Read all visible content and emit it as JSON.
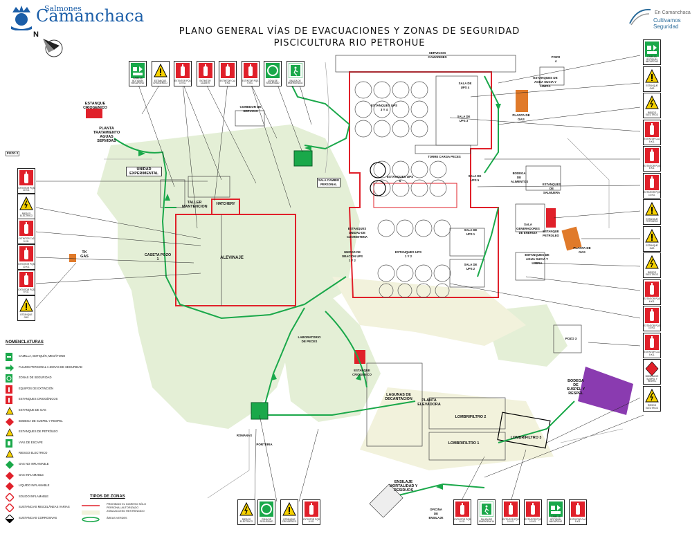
{
  "logo_left": {
    "top": "Salmones",
    "main": "Camanchaca"
  },
  "logo_right": {
    "line1": "En Camanchaca",
    "line2": "Cultivamos Seguridad"
  },
  "title": {
    "line1": "PLANO GENERAL VÍAS DE EVACUACIONES Y ZONAS DE SEGURIDAD",
    "line2": "PISCICULTURA RIO PETROHUE"
  },
  "north": "N",
  "icons_top": [
    "CAMILLA BOTIQUÍN MEGÁFONO",
    "ESTANQUE CRIOGÉNICO",
    "EXTINTOR PQS 10 KG.",
    "EXTINTOR CLASE K",
    "EXTINTOR Co2 5 KG.",
    "EXTINTOR PQS 6 KG.",
    "ZONA DE SEGURIDAD",
    "SALIDA DE EMERGENCIA"
  ],
  "icons_left": [
    "EXTINTOR PQS 10 KG.",
    "RIESGO ELÉCTRICO",
    "EXTINTOR Co2 5 KG.",
    "EXTINTOR PQS 10 KG.",
    "EXTINTOR PQS 6 KG.",
    "ESTANQUE GAS"
  ],
  "icons_right": [
    "CAMILLA BOTIQUÍN MEGÁFONO",
    "ESTANQUE GAS",
    "RIESGO ELÉCTRICO",
    "EXTINTOR Co2 5 KG.",
    "EXTINTOR PQS 6 KG.",
    "EXTINTOR PQS 10 KG.",
    "ESTANQUE PETROLEO",
    "ESTANQUE GAS",
    "RIESGO ELÉCTRICO",
    "EXTINTOR PQS 6 KG.",
    "EXTINTOR PQS 10 KG.",
    "EXTINTOR Co2 5 KG.",
    "BODEGA DE SUSPEL Y RESPEL",
    "RIESGO ELÉCTRICO"
  ],
  "icons_bottom": [
    "RIESGO ELÉCTRICO",
    "ZONA DE SEGURIDAD",
    "ESTANQUE CRIOGÉNICO",
    "EXTINTOR PQS 6 KG.",
    "EXTINTOR PQS 6 KG.",
    "SALIDA DE EMERGENCIA",
    "EXTINTOR PQS 10 KG.",
    "EXTINTOR PQS 10 KG.",
    "CAMILLA BOTIQUÍN MEGÁFONO",
    "EXTINTOR Co2 5 KG."
  ],
  "areas": {
    "servicios": "SERVICIOS CAMARINES",
    "pozo4": "POZO 4",
    "pozo2": "POZO 2",
    "pozo3": "POZO 3",
    "estanque_crio": "ESTANQUE CRIOGENICO",
    "planta_trat": "PLANTA TRATAMIENTO AGUAS SERVIDAS",
    "comedor": "COMEDOR DE SERVICIO",
    "unidad_exp": "UNIDAD EXPERIMENTAL",
    "taller": "TALLER MANTENCION",
    "hatchery": "HATCHERY",
    "alevinaje": "ALEVINAJE",
    "caseta": "CASETA POZO 1",
    "tk_gas": "TK GAS",
    "sala_cambio": "SALA CAMBIO PERSONAL",
    "ups4": "ESTANQUES UPS 3 Y 4",
    "sala_ups4": "SALA DE UPS 4",
    "sala_ups3": "SALA DE UPS 3",
    "torre": "TORRE CARGA PECES",
    "ups5": "ESTANQUES UPS 5",
    "sala_ups5": "SALA DE UPS 5",
    "estanques_agua_top": "ESTANQUES DE AGUA SUCIA Y LIMPIA",
    "planta_gas_top": "PLANTA DE GAS",
    "bodega_alimento": "BODEGA DE ALIMENTOS",
    "estanques_salmuera": "ESTANQUES DE SALMUERA",
    "sala_generadores": "SALA GENERADORES DE ENERGIA",
    "estanque_petroleo": "ESTANQUE PETROLEO",
    "planta_gas_mid": "PLANTA DE GAS",
    "estanques_agua_mid": "ESTANQUES DE AGUA SUCIA Y LIMPIA",
    "unidad_cuarentena": "ESTANQUES UNIDAD DE CUARENTENA",
    "unidad_oracion": "UNIDAD DE ORACION UPS 1 Y 2",
    "ups12": "ESTANQUES UPS 1 Y 2",
    "sala_ups1": "SALA DE UPS 1",
    "sala_ups2": "SALA DE UPS 2",
    "laboratorio": "LABORATORIO DE PECES",
    "estanque_crio2": "ESTANQUE CRIOGENICO",
    "lagunas": "LAGUNAS DE DECANTACION",
    "planta_elev": "PLANTA ELEVADORA",
    "lombri2": "LOMBRIFILTRO 2",
    "lombri1": "LOMBRIFILTRO 1",
    "lombri3": "LOMBRIFILTRO 3",
    "bodega_suspel": "BODEGA DE SUSPEL Y RESPEL",
    "romanas": "ROMANAS",
    "porteria": "PORTERIA",
    "ensilaje": "ENSILAJE MORTALIDAD Y RESIDUOS",
    "oficina": "OFICINA DE ENSILAJE"
  },
  "nomenclature": {
    "title": "NOMENCLATURAS",
    "items": [
      "CAMILLA, BOTIQUÍN, MEGÁFONO",
      "FLUJOS PERSONAL A ZONAS DE SEGURIDAD",
      "ZONAS DE SEGURIDAD",
      "EQUIPOS DE EXTINCIÓN",
      "ESTANQUES CRIOGÉNICOS",
      "ESTANQUE DE GAS",
      "BODEGA DE SUSPEL Y RESPEL",
      "ESTANQUES DE PETRÓLEO",
      "VIAS DE ESCAPE",
      "RIESGO ELECTRICO",
      "GAS NO INFLAMABLE",
      "GAS INFLAMABLE",
      "LIQUIDO INFLAMABLE",
      "SOLIDO INFLAMABLE",
      "SUSTANCIAS MISCELÁNEAS VARIAS",
      "SUSTANCIAS CORROSIVAS"
    ]
  },
  "zones": {
    "title": "TIPOS DE ZONAS",
    "items": [
      "PROHIBIDO EL INGRESO SÓLO PERSONAL AUTORIZADO",
      "ZONA ACCESO RESTRINGIDO",
      "ÁREAS VERDES"
    ]
  },
  "colors": {
    "red": "#e0202a",
    "green": "#1aa84a",
    "gas": "#e07a2a",
    "suspel": "#8a3bb0",
    "light_green": "#e4efd6",
    "cream": "#f2f2dc"
  }
}
